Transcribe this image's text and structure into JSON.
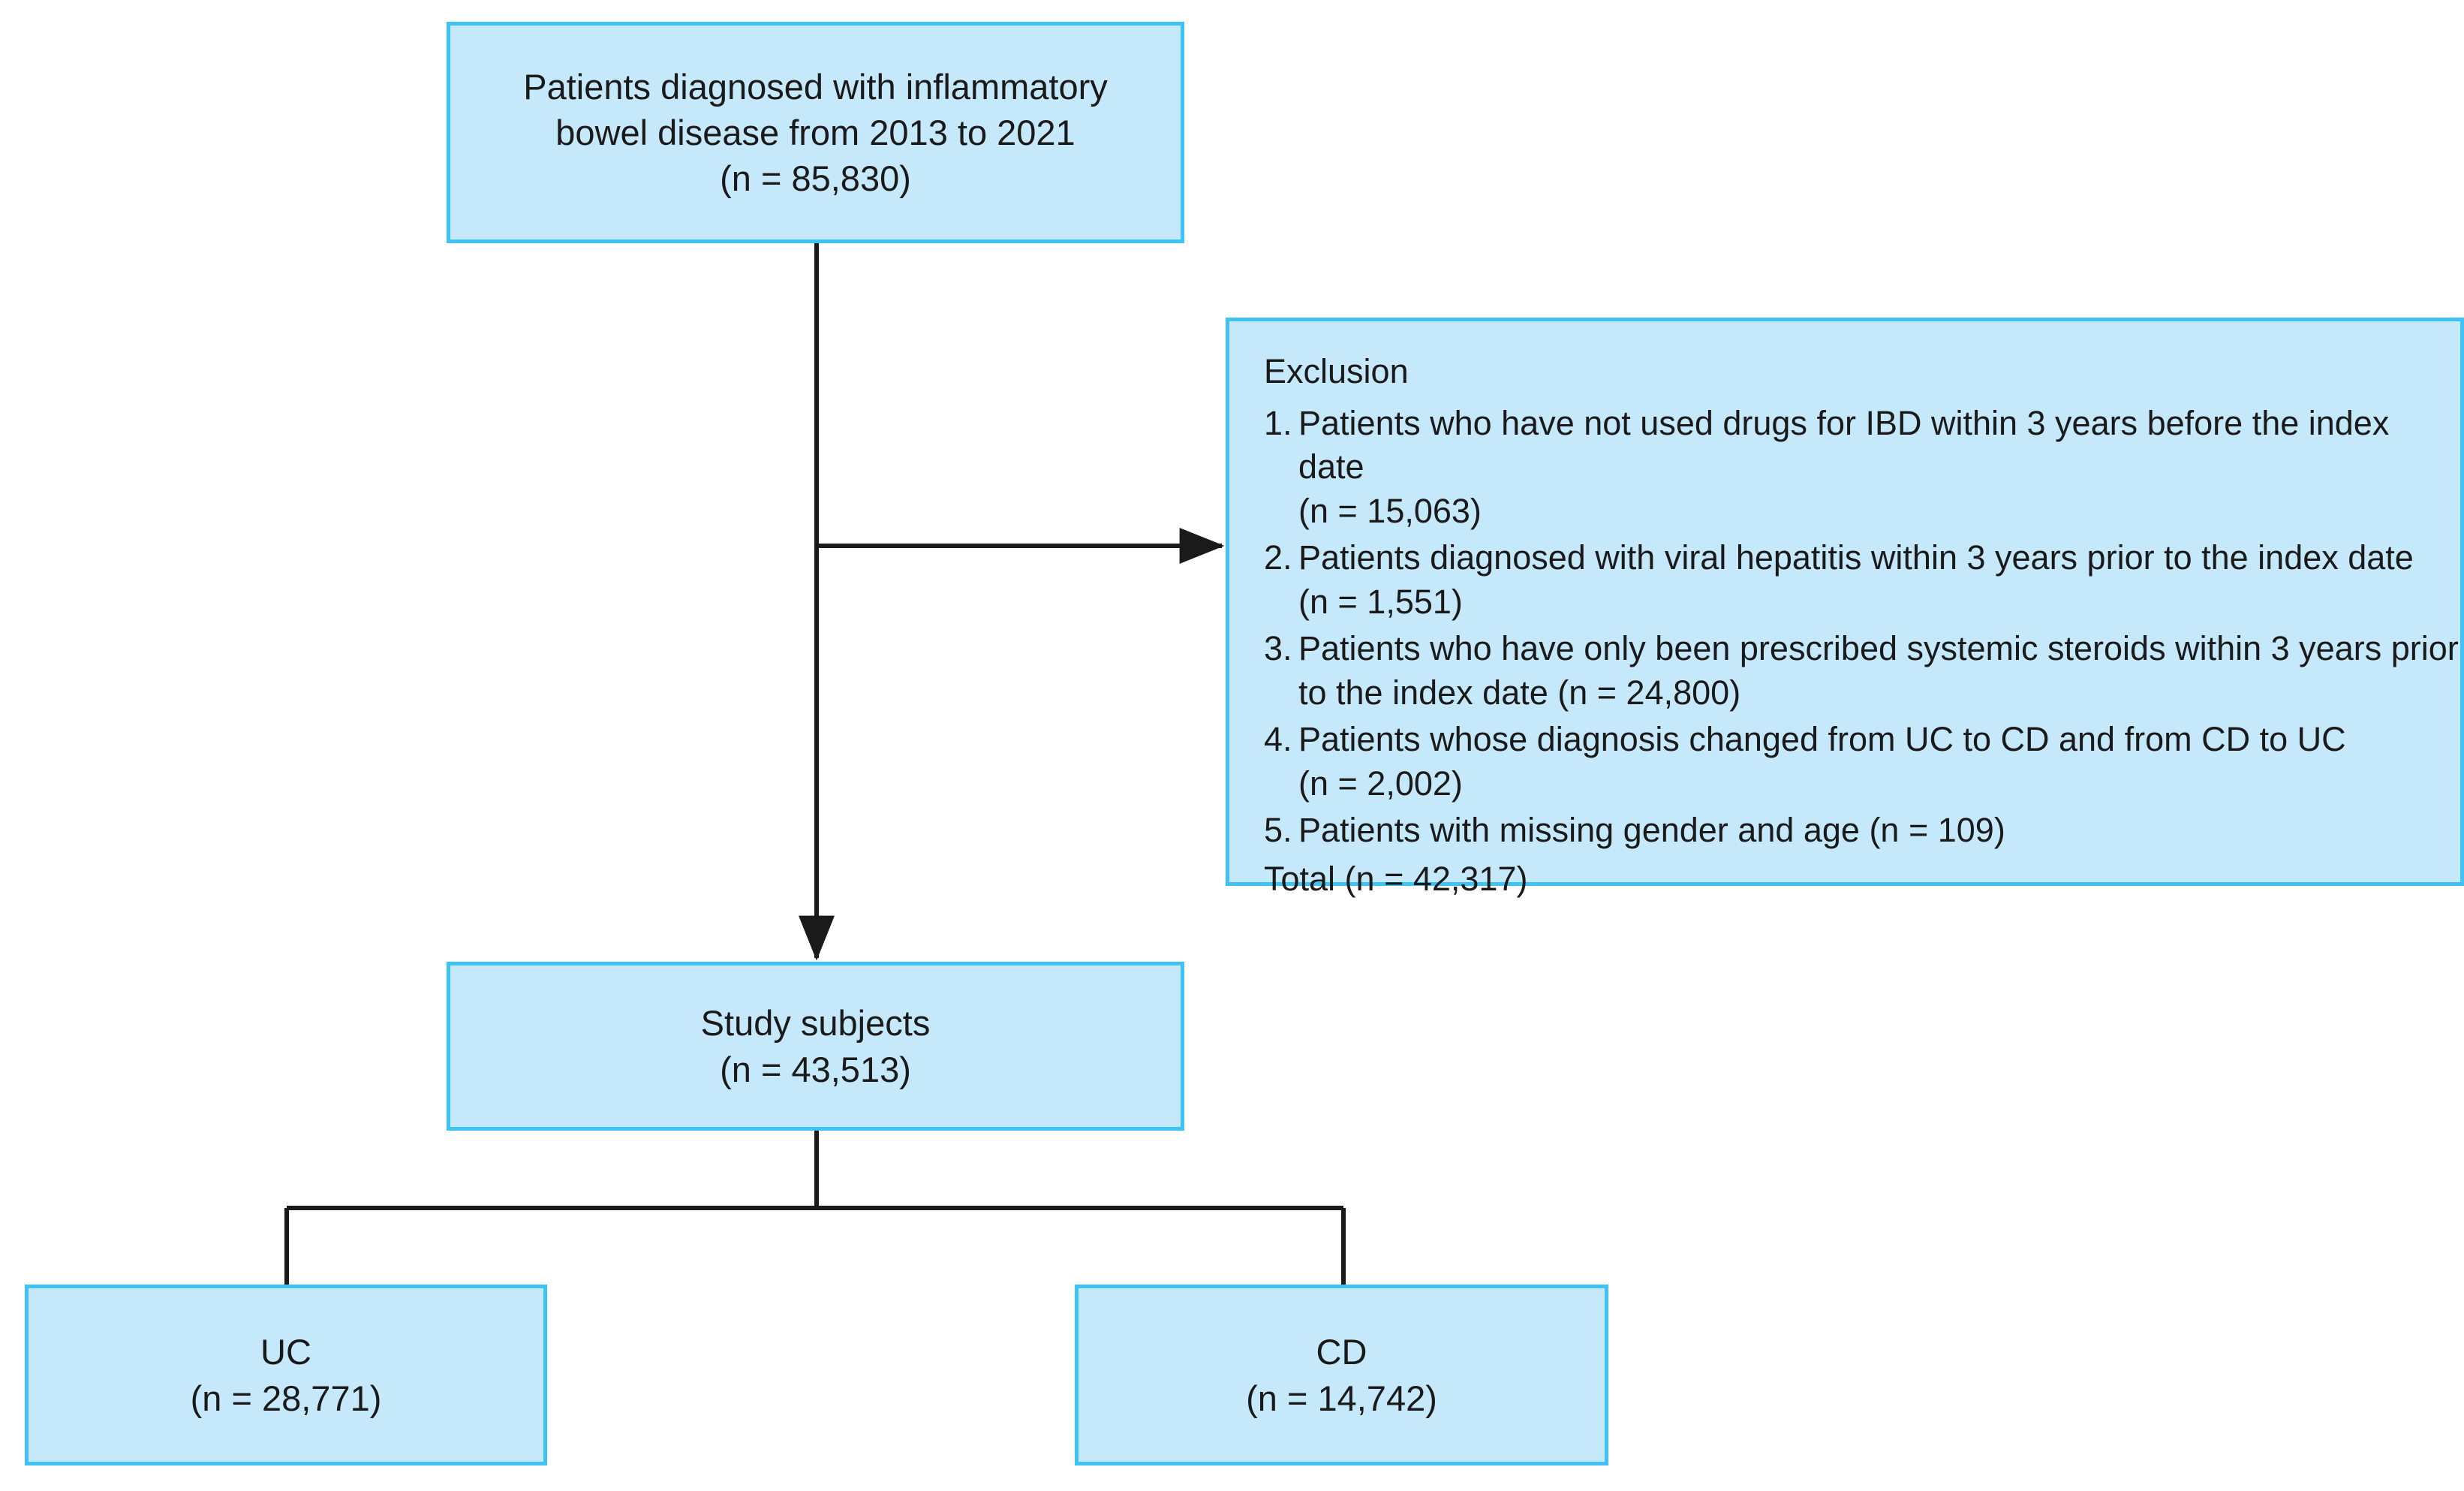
{
  "diagram": {
    "title": "Study population flow diagram",
    "colors": {
      "box_fill": "#c5e8fb",
      "box_border": "#3fc3f4",
      "connector": "#1a1a1a",
      "text": "#1a1a1a"
    }
  },
  "source_box": {
    "line1": "Patients diagnosed with inflammatory",
    "line2": "bowel disease from 2013 to 2021",
    "line3": "(n = 85,830)"
  },
  "exclusion_box": {
    "title": "Exclusion",
    "items": [
      {
        "number": "1.",
        "text": "Patients who have not used drugs for IBD within 3 years before the index date\n(n = 15,063)"
      },
      {
        "number": "2.",
        "text": "Patients diagnosed with viral hepatitis within 3 years prior to the index date\n(n = 1,551)"
      },
      {
        "number": "3.",
        "text": "Patients who have only been prescribed systemic steroids within 3 years prior\nto the index date (n = 24,800)"
      },
      {
        "number": "4.",
        "text": "Patients whose diagnosis changed from UC to CD and from CD to UC\n(n = 2,002)"
      },
      {
        "number": "5.",
        "text": "Patients with missing gender and age (n = 109)"
      }
    ],
    "total": "Total (n = 42,317)"
  },
  "study_box": {
    "line1": "Study subjects",
    "line2": "(n = 43,513)"
  },
  "uc_box": {
    "line1": "UC",
    "line2": "(n = 28,771)"
  },
  "cd_box": {
    "line1": "CD",
    "line2": "(n = 14,742)"
  }
}
